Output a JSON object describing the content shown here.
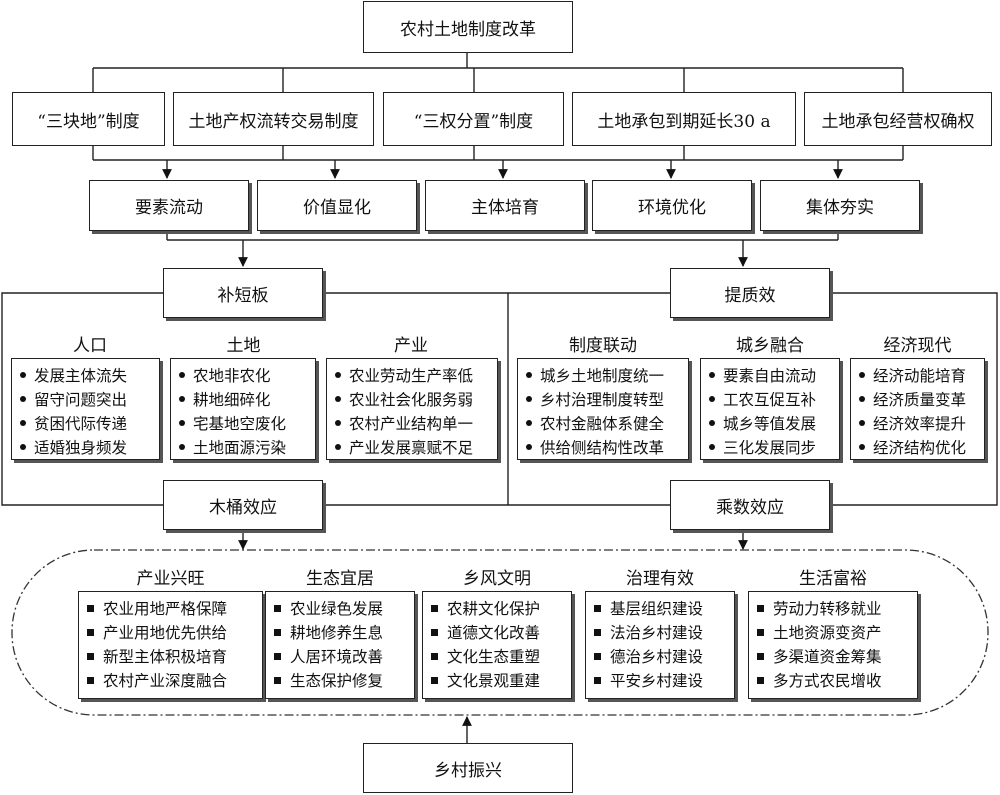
{
  "top": {
    "title": "农村土地制度改革"
  },
  "policies": [
    "“三块地”制度",
    "土地产权流转交易制度",
    "“三权分置”制度",
    "土地承包到期延长30 a",
    "土地承包经营权确权"
  ],
  "effects": [
    "要素流动",
    "价值显化",
    "主体培育",
    "环境优化",
    "集体夯实"
  ],
  "left": {
    "title": "补短板",
    "bottom": "木桶效应",
    "groups": [
      {
        "title": "人口",
        "items": [
          "发展主体流失",
          "留守问题突出",
          "贫困代际传递",
          "适婚独身频发"
        ]
      },
      {
        "title": "土地",
        "items": [
          "农地非农化",
          "耕地细碎化",
          "宅基地空废化",
          "土地面源污染"
        ]
      },
      {
        "title": "产业",
        "items": [
          "农业劳动生产率低",
          "农业社会化服务弱",
          "农村产业结构单一",
          "产业发展禀赋不足"
        ]
      }
    ]
  },
  "right": {
    "title": "提质效",
    "bottom": "乘数效应",
    "groups": [
      {
        "title": "制度联动",
        "items": [
          "城乡土地制度统一",
          "乡村治理制度转型",
          "农村金融体系健全",
          "供给侧结构性改革"
        ]
      },
      {
        "title": "城乡融合",
        "items": [
          "要素自由流动",
          "工农互促互补",
          "城乡等值发展",
          "三化发展同步"
        ]
      },
      {
        "title": "经济现代",
        "items": [
          "经济动能培育",
          "经济质量变革",
          "经济效率提升",
          "经济结构优化"
        ]
      }
    ]
  },
  "revitalization": [
    {
      "title": "产业兴旺",
      "items": [
        "农业用地严格保障",
        "产业用地优先供给",
        "新型主体积极培育",
        "农村产业深度融合"
      ]
    },
    {
      "title": "生态宜居",
      "items": [
        "农业绿色发展",
        "耕地修养生息",
        "人居环境改善",
        "生态保护修复"
      ]
    },
    {
      "title": "乡风文明",
      "items": [
        "农耕文化保护",
        "道德文化改善",
        "文化生态重塑",
        "文化景观重建"
      ]
    },
    {
      "title": "治理有效",
      "items": [
        "基层组织建设",
        "法治乡村建设",
        "德治乡村建设",
        "平安乡村建设"
      ]
    },
    {
      "title": "生活富裕",
      "items": [
        "劳动力转移就业",
        "土地资源变资产",
        "多渠道资金筹集",
        "多方式农民增收"
      ]
    }
  ],
  "bottom": {
    "title": "乡村振兴"
  }
}
